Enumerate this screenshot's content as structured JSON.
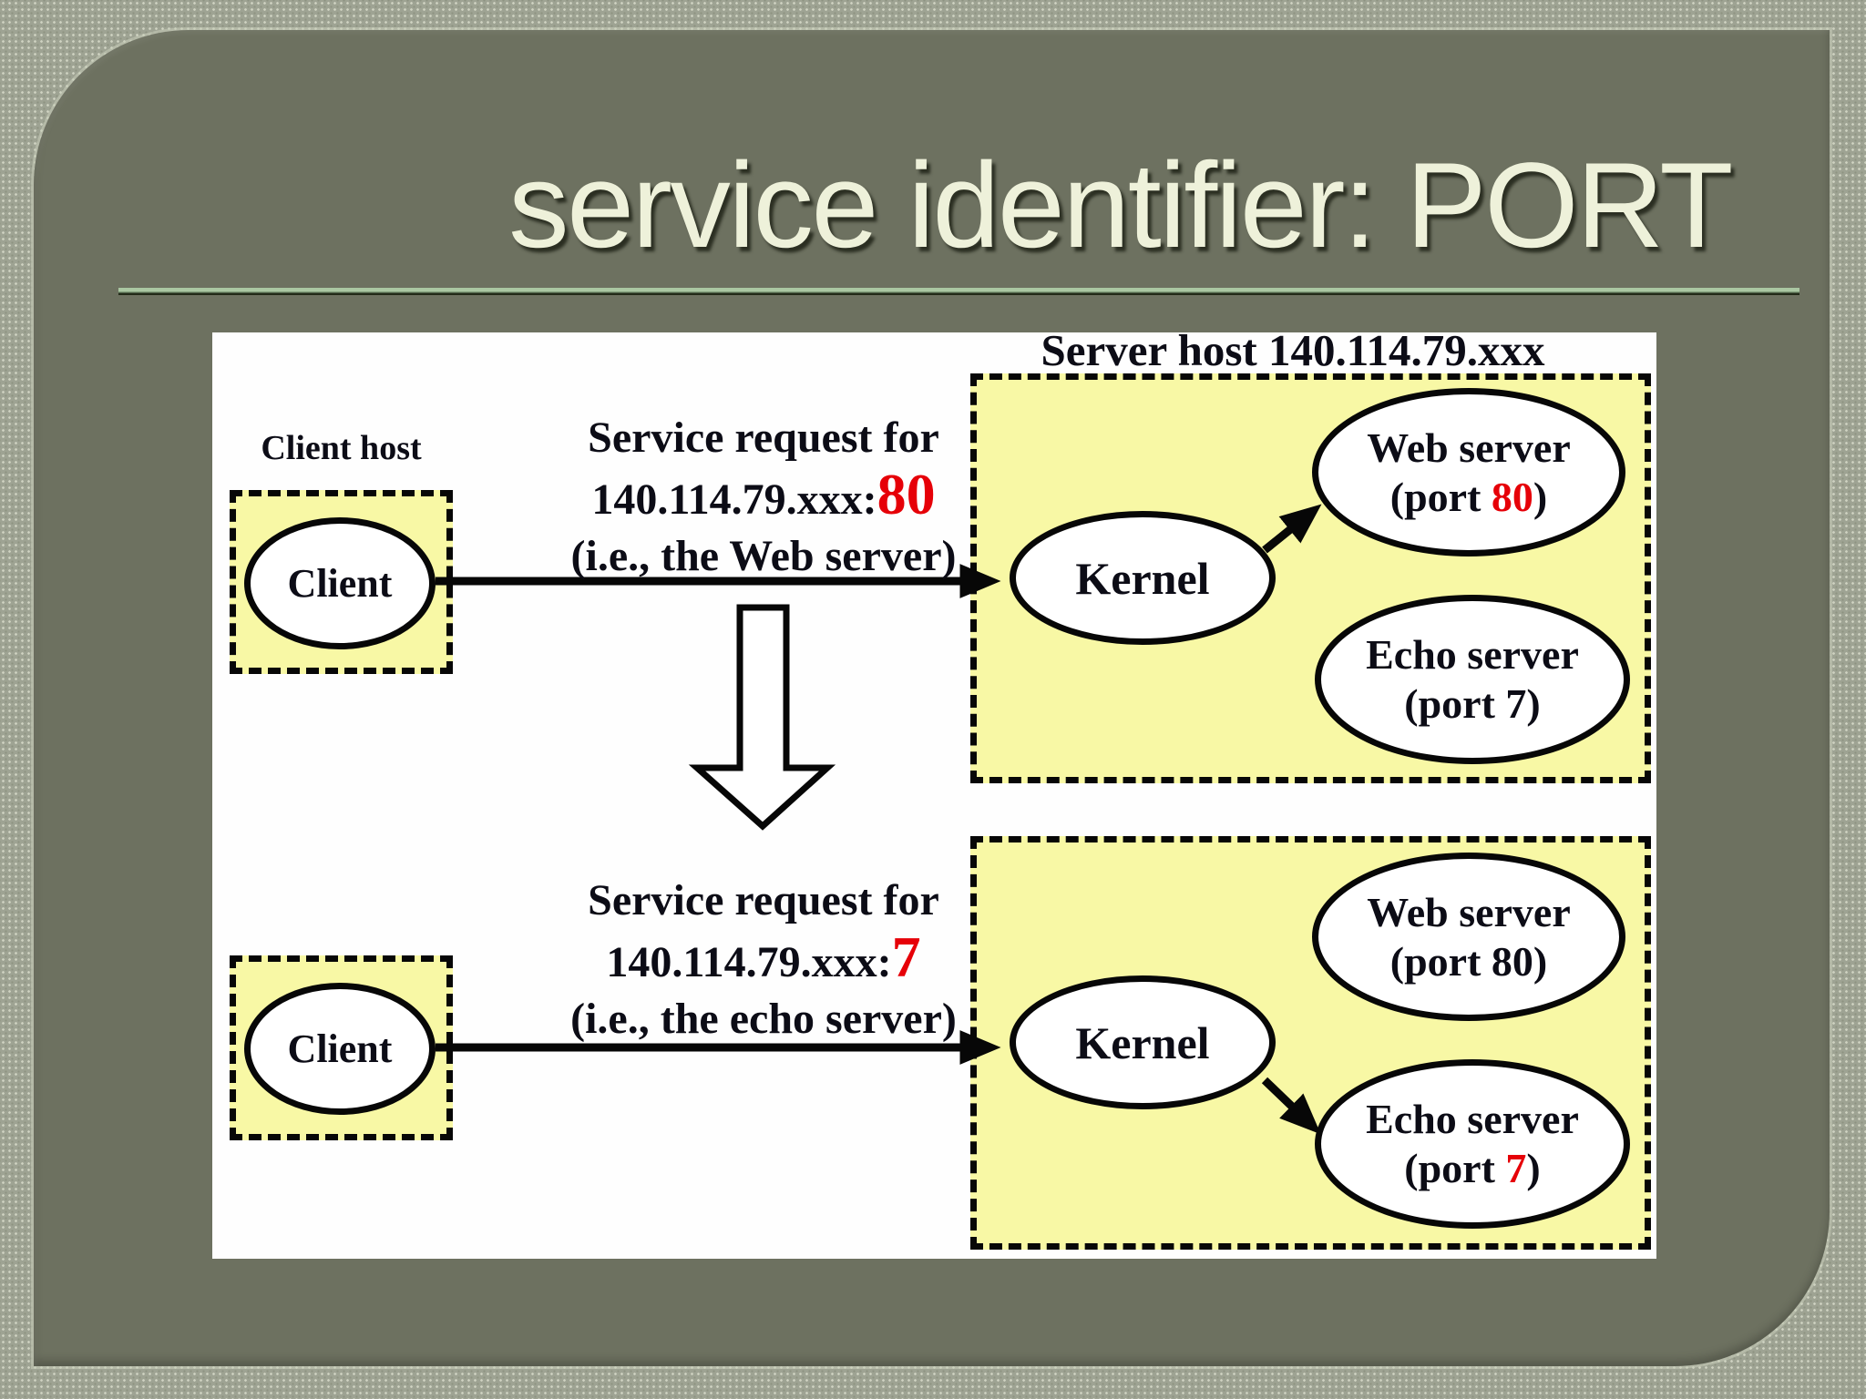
{
  "slide": {
    "title": "service identifier: PORT"
  },
  "diagram": {
    "client_host_label": "Client host",
    "server_host_label": "Server host 140.114.79.xxx",
    "client_label": "Client",
    "kernel_label": "Kernel",
    "web_server": {
      "title": "Web server",
      "port_prefix": "(port ",
      "port_value": "80",
      "port_suffix": ")"
    },
    "echo_server": {
      "title": "Echo server",
      "port_prefix": "(port ",
      "port_value": "7",
      "port_suffix": ")"
    },
    "request_top": {
      "line1": "Service request for",
      "address": "140.114.79.xxx:",
      "port": "80",
      "line3": "(i.e., the Web server)"
    },
    "request_bottom": {
      "line1": "Service request for",
      "address": "140.114.79.xxx:",
      "port": "7",
      "line3": "(i.e., the echo server)"
    }
  },
  "theme": {
    "accent_red": "#e60008",
    "box_fill": "#f8f8a5",
    "panel_color": "#6d7160",
    "title_color": "#eef1da",
    "ink": "#0c0c16"
  }
}
